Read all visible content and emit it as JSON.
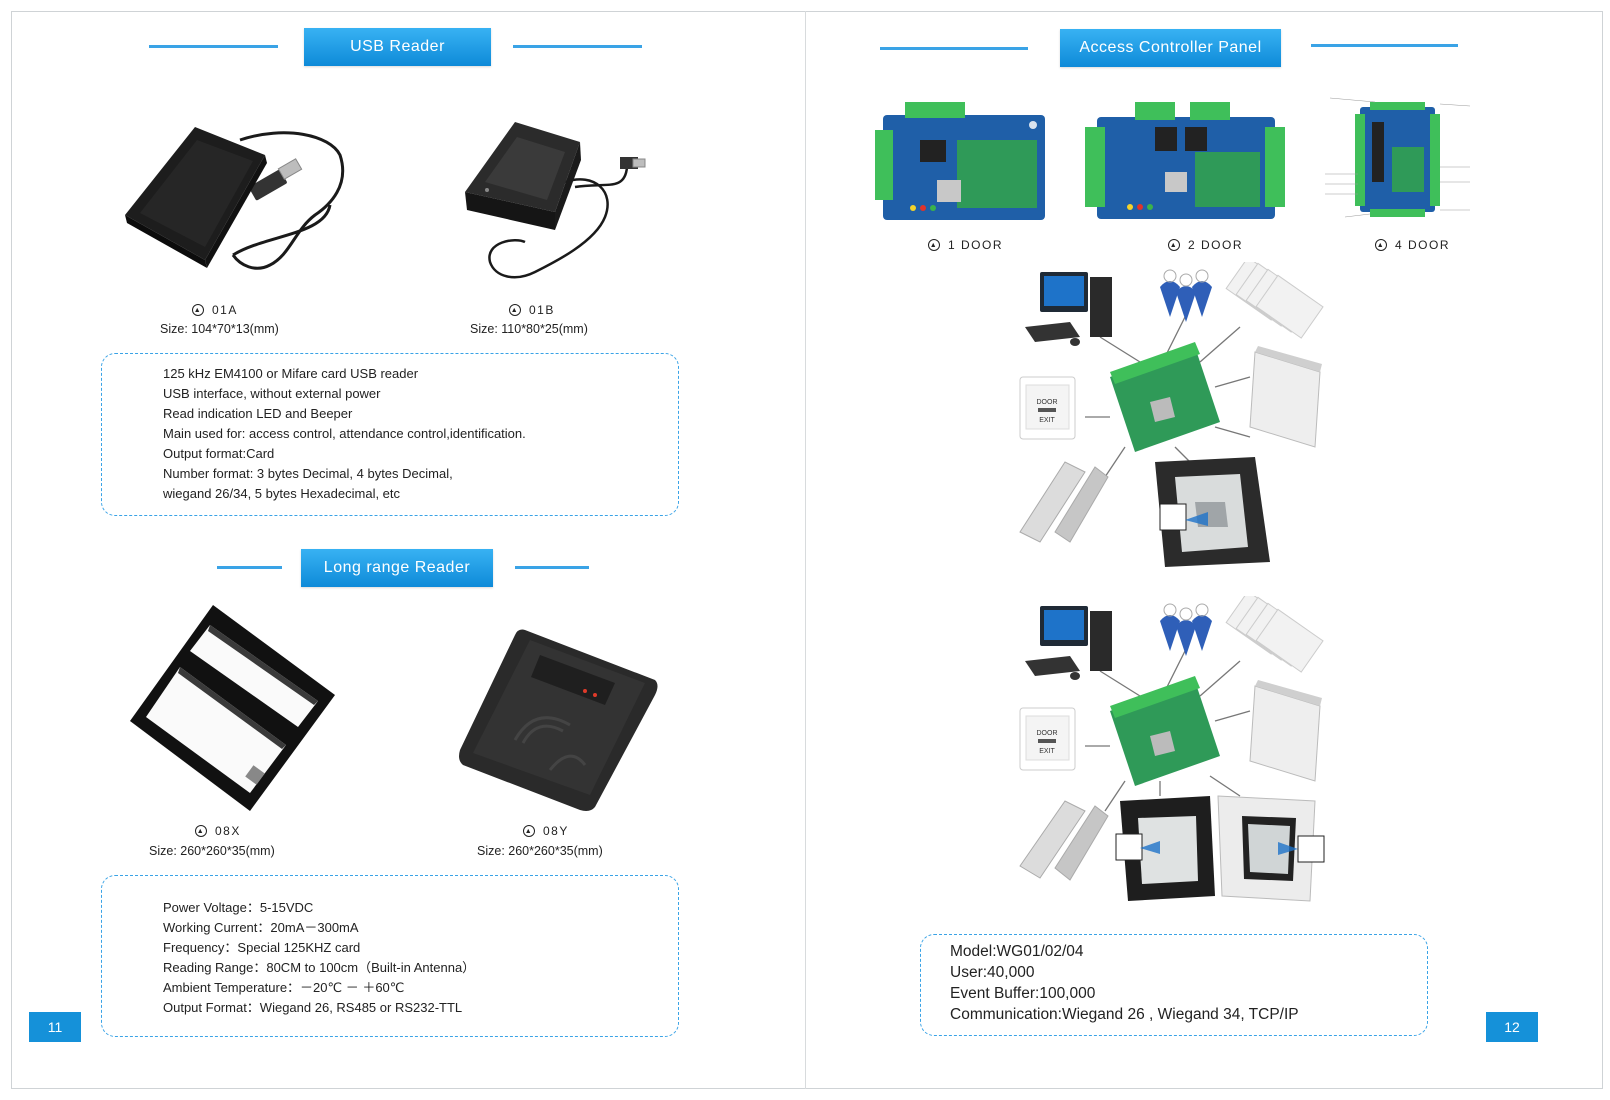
{
  "left_page": {
    "usb_section": {
      "title": "USB Reader",
      "products": [
        {
          "code": "01A",
          "size": "Size:  104*70*13(mm)"
        },
        {
          "code": "01B",
          "size": "Size:  110*80*25(mm)"
        }
      ],
      "specs": [
        "125 kHz EM4100 or Mifare card USB reader",
        "USB interface, without external power",
        "Read indication LED and Beeper",
        "Main used for: access control, attendance control,identification.",
        "Output format:Card",
        "Number format: 3 bytes Decimal, 4 bytes Decimal,",
        "wiegand 26/34, 5 bytes Hexadecimal, etc"
      ]
    },
    "long_section": {
      "title": "Long range Reader",
      "products": [
        {
          "code": "08X",
          "size": "Size:  260*260*35(mm)"
        },
        {
          "code": "08Y",
          "size": "Size:  260*260*35(mm)"
        }
      ],
      "specs": [
        "Power Voltage：5-15VDC",
        "Working Current：20mA－300mA",
        "Frequency：Special 125KHZ card",
        "Reading Range：80CM to 100cm（Built-in Antenna）",
        "Ambient Temperature：－20℃ － ＋60℃",
        "Output Format：Wiegand 26, RS485 or RS232-TTL"
      ]
    },
    "page_number": "11"
  },
  "right_page": {
    "title": "Access Controller Panel",
    "panels": [
      {
        "code": "1 DOOR"
      },
      {
        "code": "2 DOOR"
      },
      {
        "code": "4 DOOR"
      }
    ],
    "exit_button": {
      "line1": "DOOR",
      "line2": "EXIT"
    },
    "specs": [
      "Model:WG01/02/04",
      "User:40,000",
      "Event Buffer:100,000",
      "Communication:Wiegand 26 , Wiegand 34, TCP/IP"
    ],
    "page_number": "12"
  },
  "colors": {
    "accent": "#1591d9",
    "board": "#1f5fa8",
    "terminal": "#3fbf5a"
  }
}
